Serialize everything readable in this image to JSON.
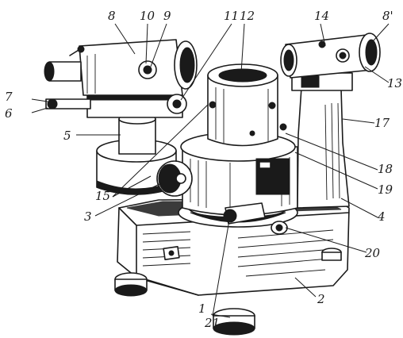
{
  "labels": {
    "l1": "1",
    "l2": "2",
    "l3": "3",
    "l4": "4",
    "l5": "5",
    "l6": "6",
    "l7": "7",
    "l8": "8",
    "l8p": "8'",
    "l9": "9",
    "l10": "10",
    "l11": "11",
    "l12": "12",
    "l13": "13",
    "l14": "14",
    "l15": "15",
    "l17": "17",
    "l18": "18",
    "l19": "19",
    "l20": "20",
    "l21": "21"
  }
}
